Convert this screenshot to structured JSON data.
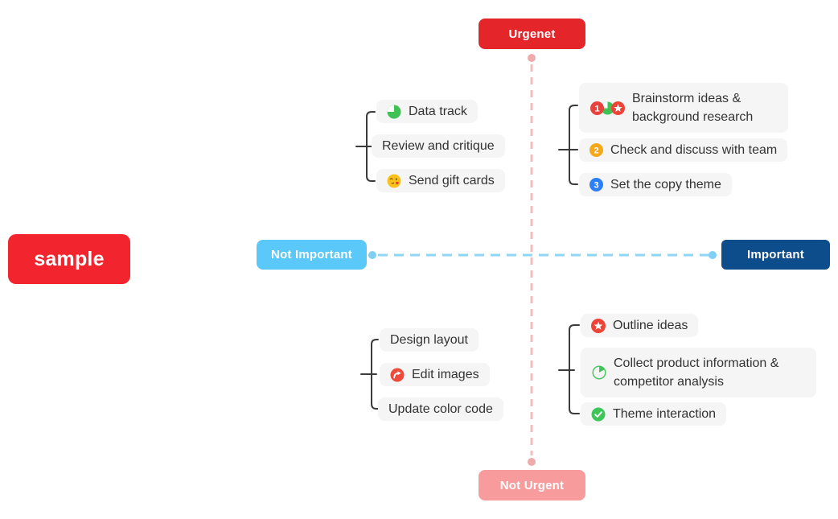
{
  "axes": {
    "urgent": {
      "label": "Urgenet",
      "color": "#e4262b"
    },
    "not_urgent": {
      "label": "Not Urgent",
      "color": "#f79b9c"
    },
    "not_important": {
      "label": "Not Important",
      "color": "#5ac8f8"
    },
    "important": {
      "label": "Important",
      "color": "#0d4d8c"
    },
    "vertical_line_color": "#f3bdbd",
    "horizontal_line_color": "#8fd6f4"
  },
  "sample_badge": {
    "label": "sample",
    "color": "#f2252e"
  },
  "quadrants": {
    "urgent_not_important": {
      "items": [
        {
          "label": "Data track",
          "icon": "pie-green-icon"
        },
        {
          "label": "Review and critique",
          "icon": null
        },
        {
          "label": "Send gift cards",
          "icon": "kiss-emoji-icon"
        }
      ]
    },
    "urgent_important": {
      "items": [
        {
          "label": "Brainstorm ideas & background research",
          "icons": [
            "number-1-badge-icon",
            "pie-green-icon",
            "star-red-icon"
          ]
        },
        {
          "label": "Check and discuss with team",
          "icon": "number-2-badge-icon"
        },
        {
          "label": "Set the copy theme",
          "icon": "number-3-badge-icon"
        }
      ]
    },
    "not_urgent_not_important": {
      "items": [
        {
          "label": "Design layout",
          "icon": null
        },
        {
          "label": "Edit images",
          "icon": "redo-arrow-red-icon"
        },
        {
          "label": "Update color code",
          "icon": null
        }
      ]
    },
    "not_urgent_important": {
      "items": [
        {
          "label": "Outline ideas",
          "icon": "star-red-icon"
        },
        {
          "label": "Collect product information & competitor analysis",
          "icon": "pie-outline-green-icon"
        },
        {
          "label": "Theme interaction",
          "icon": "check-green-icon"
        }
      ]
    }
  },
  "icon_colors": {
    "pie_green": "#3fc154",
    "number1_red": "#e8423c",
    "number2_orange": "#f6a81c",
    "number3_blue": "#2d7ff7",
    "star_red": "#ee4437",
    "redo_red": "#ee4b3a",
    "check_green": "#3ec557",
    "emoji_yellow": "#fcc21b"
  }
}
